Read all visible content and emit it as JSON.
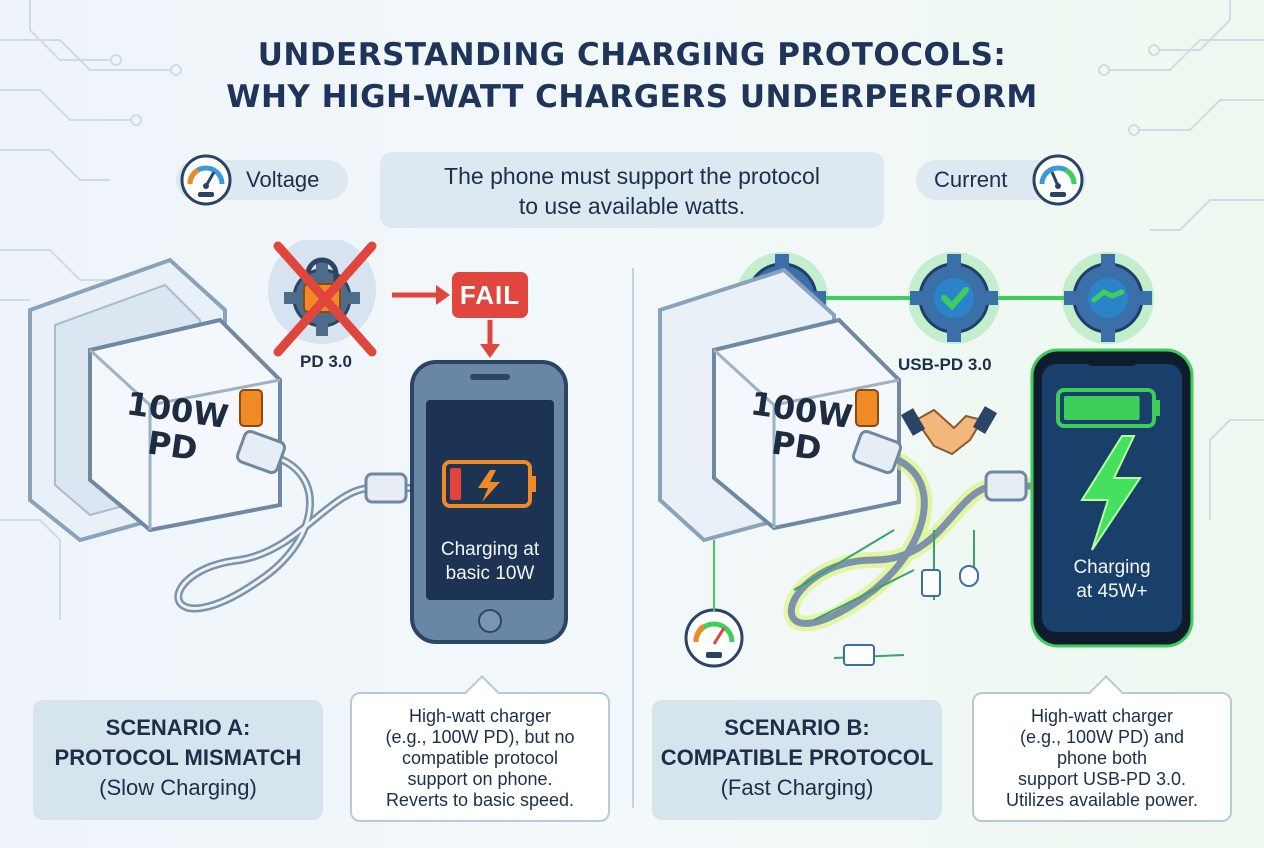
{
  "title": {
    "line1": "UNDERSTANDING CHARGING PROTOCOLS:",
    "line2": "WHY HIGH-WATT CHARGERS UNDERPERFORM"
  },
  "banner": {
    "line1": "The phone must support the protocol",
    "line2": "to use available watts.",
    "left_label": "Voltage",
    "right_label": "Current"
  },
  "scenario_a": {
    "charger_label_line1": "100W",
    "charger_label_line2": "PD",
    "protocol_label": "PD 3.0",
    "fail_label": "FAIL",
    "phone_text_line1": "Charging at",
    "phone_text_line2": "basic 10W",
    "title_line1": "SCENARIO A:",
    "title_line2": "PROTOCOL MISMATCH",
    "subtitle": "(Slow Charging)",
    "description": [
      "High-watt charger",
      "(e.g., 100W PD), but no",
      "compatible protocol",
      "support on phone.",
      "Reverts to basic speed."
    ],
    "battery_level": 0.15
  },
  "scenario_b": {
    "charger_label_line1": "100W",
    "charger_label_line2": "PD",
    "protocol_label": "USB-PD 3.0",
    "phone_text_line1": "Charging",
    "phone_text_line2": "at 45W+",
    "title_line1": "SCENARIO B:",
    "title_line2": "COMPATIBLE PROTOCOL",
    "subtitle": "(Fast Charging)",
    "description": [
      "High-watt charger",
      "(e.g., 100W PD) and",
      "phone both",
      "support USB-PD 3.0.",
      "Utilizes available power."
    ],
    "battery_level": 0.9
  },
  "icons": {
    "voltage": "gauge-icon",
    "current": "gauge-icon",
    "lock_gear": "gear-lock-icon",
    "check_gear": "gear-check-icon",
    "handshake_gear": "gear-handshake-icon",
    "handshake": "handshake-icon",
    "lightning": "lightning-icon"
  },
  "colors": {
    "navy": "#1e3458",
    "fail_red": "#e0463d",
    "success_green": "#3ecf5a",
    "charge_orange": "#f08a24"
  }
}
